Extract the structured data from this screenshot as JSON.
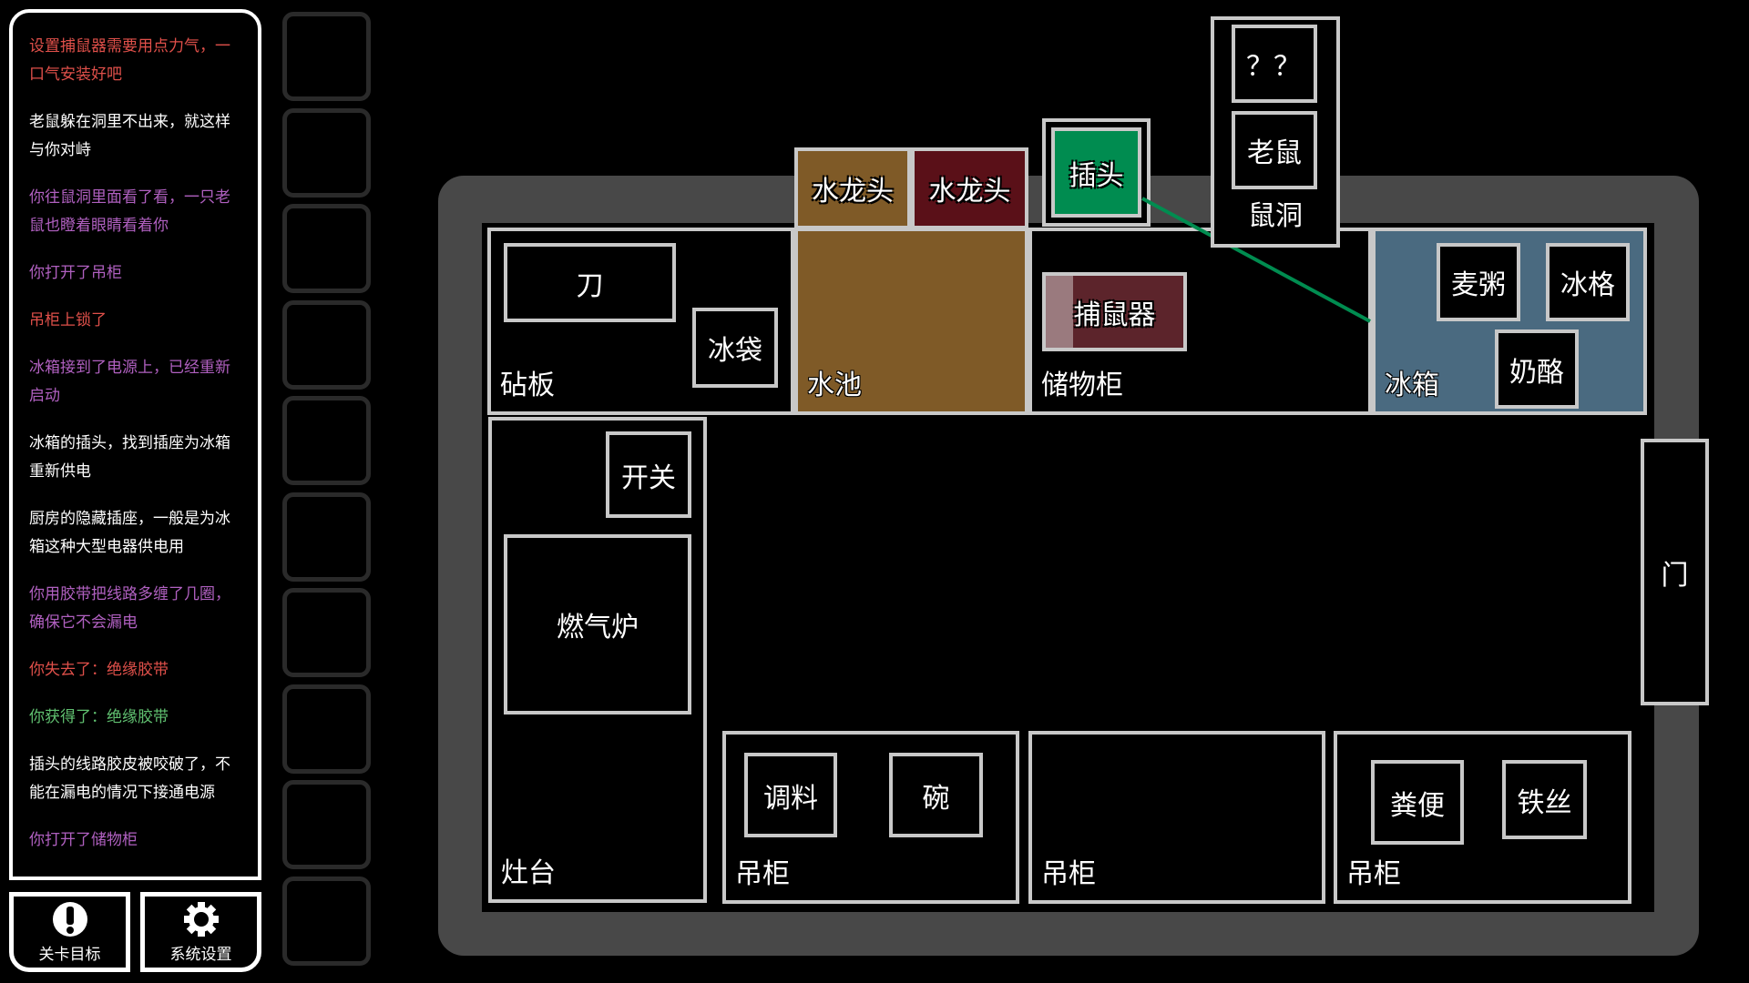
{
  "log": [
    {
      "text": "设置捕鼠器需要用点力气，一口气安装好吧",
      "color": "#e0504a"
    },
    {
      "text": "老鼠躲在洞里不出来，就这样与你对峙",
      "color": "#ffffff"
    },
    {
      "text": "你往鼠洞里面看了看，一只老鼠也瞪着眼睛看着你",
      "color": "#b060c0"
    },
    {
      "text": "你打开了吊柜",
      "color": "#b060c0"
    },
    {
      "text": "吊柜上锁了",
      "color": "#e0504a"
    },
    {
      "text": "冰箱接到了电源上，已经重新启动",
      "color": "#b060c0"
    },
    {
      "text": "冰箱的插头，找到插座为冰箱重新供电",
      "color": "#ffffff"
    },
    {
      "text": "厨房的隐藏插座，一般是为冰箱这种大型电器供电用",
      "color": "#ffffff"
    },
    {
      "text": "你用胶带把线路多缠了几圈，确保它不会漏电",
      "color": "#b060c0"
    },
    {
      "text": "你失去了：绝缘胶带",
      "color": "#e0504a"
    },
    {
      "text": "你获得了：绝缘胶带",
      "color": "#60c070"
    },
    {
      "text": "插头的线路胶皮被咬破了，不能在漏电的情况下接通电源",
      "color": "#ffffff"
    },
    {
      "text": "你打开了储物柜",
      "color": "#b060c0"
    }
  ],
  "buttons": {
    "goal": "关卡目标",
    "settings": "系统设置"
  },
  "scene": {
    "cutting_board": "砧板",
    "knife": "刀",
    "ice_bag": "冰袋",
    "sink": "水池",
    "faucet1": "水龙头",
    "faucet2": "水龙头",
    "plug": "插头",
    "unknown": "？？",
    "mouse": "老鼠",
    "mouse_hole": "鼠洞",
    "storage": "储物柜",
    "mousetrap": "捕鼠器",
    "fridge": "冰箱",
    "oatmeal": "麦粥",
    "ice_tray": "冰格",
    "cheese": "奶酪",
    "door": "门",
    "stove": "灶台",
    "switch": "开关",
    "gas_stove": "燃气炉",
    "cabinet1": "吊柜",
    "seasoning": "调料",
    "bowl": "碗",
    "cabinet2": "吊柜",
    "cabinet3": "吊柜",
    "feces": "粪便",
    "wire": "铁丝"
  },
  "colors": {
    "sink": "#7f5a27",
    "faucet2": "#5a1018",
    "plug": "#008c50",
    "fridge": "#4a6a80",
    "mousetrap": "#5c242b",
    "wall": "#484848"
  }
}
